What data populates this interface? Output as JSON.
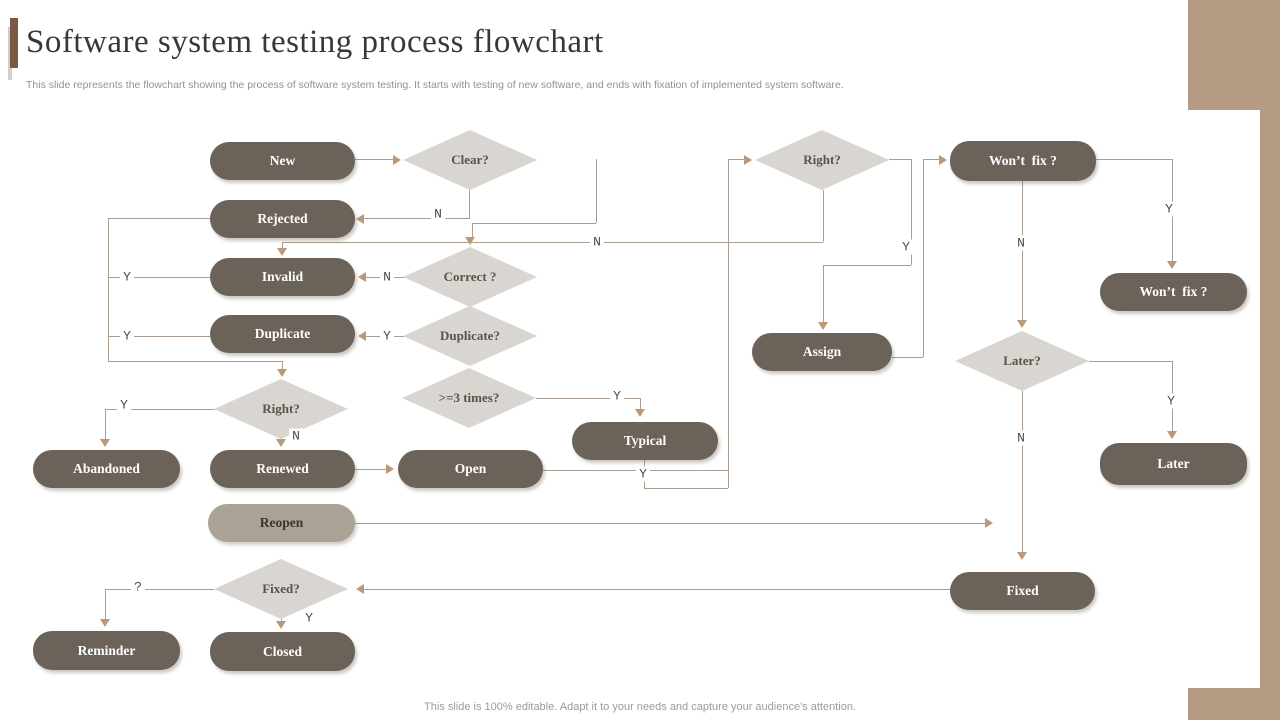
{
  "slide": {
    "title": "Software system testing process flowchart",
    "subtitle": "This slide represents the flowchart showing the process of software system testing. It starts with testing of new software, and ends with fixation of implemented system software.",
    "footer": "This slide is 100% editable. Adapt it to your needs and capture your audience's attention."
  },
  "colors": {
    "accent_tan": "#b59b83",
    "node_dark": "#6b6359",
    "node_light": "#aaa295",
    "diamond": "#d9d5d0",
    "line": "#ab9e90",
    "arrow": "#bb9878"
  },
  "nodes": {
    "new": {
      "label": "New",
      "type": "process"
    },
    "rejected": {
      "label": "Rejected",
      "type": "process"
    },
    "invalid": {
      "label": "Invalid",
      "type": "process"
    },
    "duplicate": {
      "label": "Duplicate",
      "type": "process"
    },
    "abandoned": {
      "label": "Abandoned",
      "type": "process"
    },
    "renewed": {
      "label": "Renewed",
      "type": "process"
    },
    "open": {
      "label": "Open",
      "type": "process"
    },
    "typical": {
      "label": "Typical",
      "type": "process"
    },
    "assign": {
      "label": "Assign",
      "type": "process"
    },
    "wontfix1": {
      "label": "Won’t  fix ?",
      "type": "process"
    },
    "wontfix2": {
      "label": "Won’t  fix ?",
      "type": "process"
    },
    "later": {
      "label": "Later",
      "type": "process"
    },
    "fixed": {
      "label": "Fixed",
      "type": "process"
    },
    "reopen": {
      "label": "Reopen",
      "type": "process"
    },
    "reminder": {
      "label": "Reminder",
      "type": "process"
    },
    "closed": {
      "label": "Closed",
      "type": "process"
    },
    "clear_q": {
      "label": "Clear?",
      "type": "decision"
    },
    "correct_q": {
      "label": "Correct ?",
      "type": "decision"
    },
    "duplicate_q": {
      "label": "Duplicate?",
      "type": "decision"
    },
    "times3_q": {
      "label": ">=3 times?",
      "type": "decision"
    },
    "right_left_q": {
      "label": "Right?",
      "type": "decision"
    },
    "right_top_q": {
      "label": "Right?",
      "type": "decision"
    },
    "later_q": {
      "label": "Later?",
      "type": "decision"
    },
    "fixed_q": {
      "label": "Fixed?",
      "type": "decision"
    }
  },
  "edge_labels": {
    "clear_n": "N",
    "longline_n": "N",
    "correct_n": "N",
    "dupq_y": "Y",
    "invalid_y": "Y",
    "dup_y": "Y",
    "rightl_y": "Y",
    "rightl_n": "N",
    "times3_y": "Y",
    "typical_y": "Y",
    "rightt_y": "Y",
    "wf1_n": "N",
    "wf1_y": "Y",
    "laterq_y": "Y",
    "laterq_n": "N",
    "fixedq_q": "?",
    "fixedq_y": "Y"
  }
}
